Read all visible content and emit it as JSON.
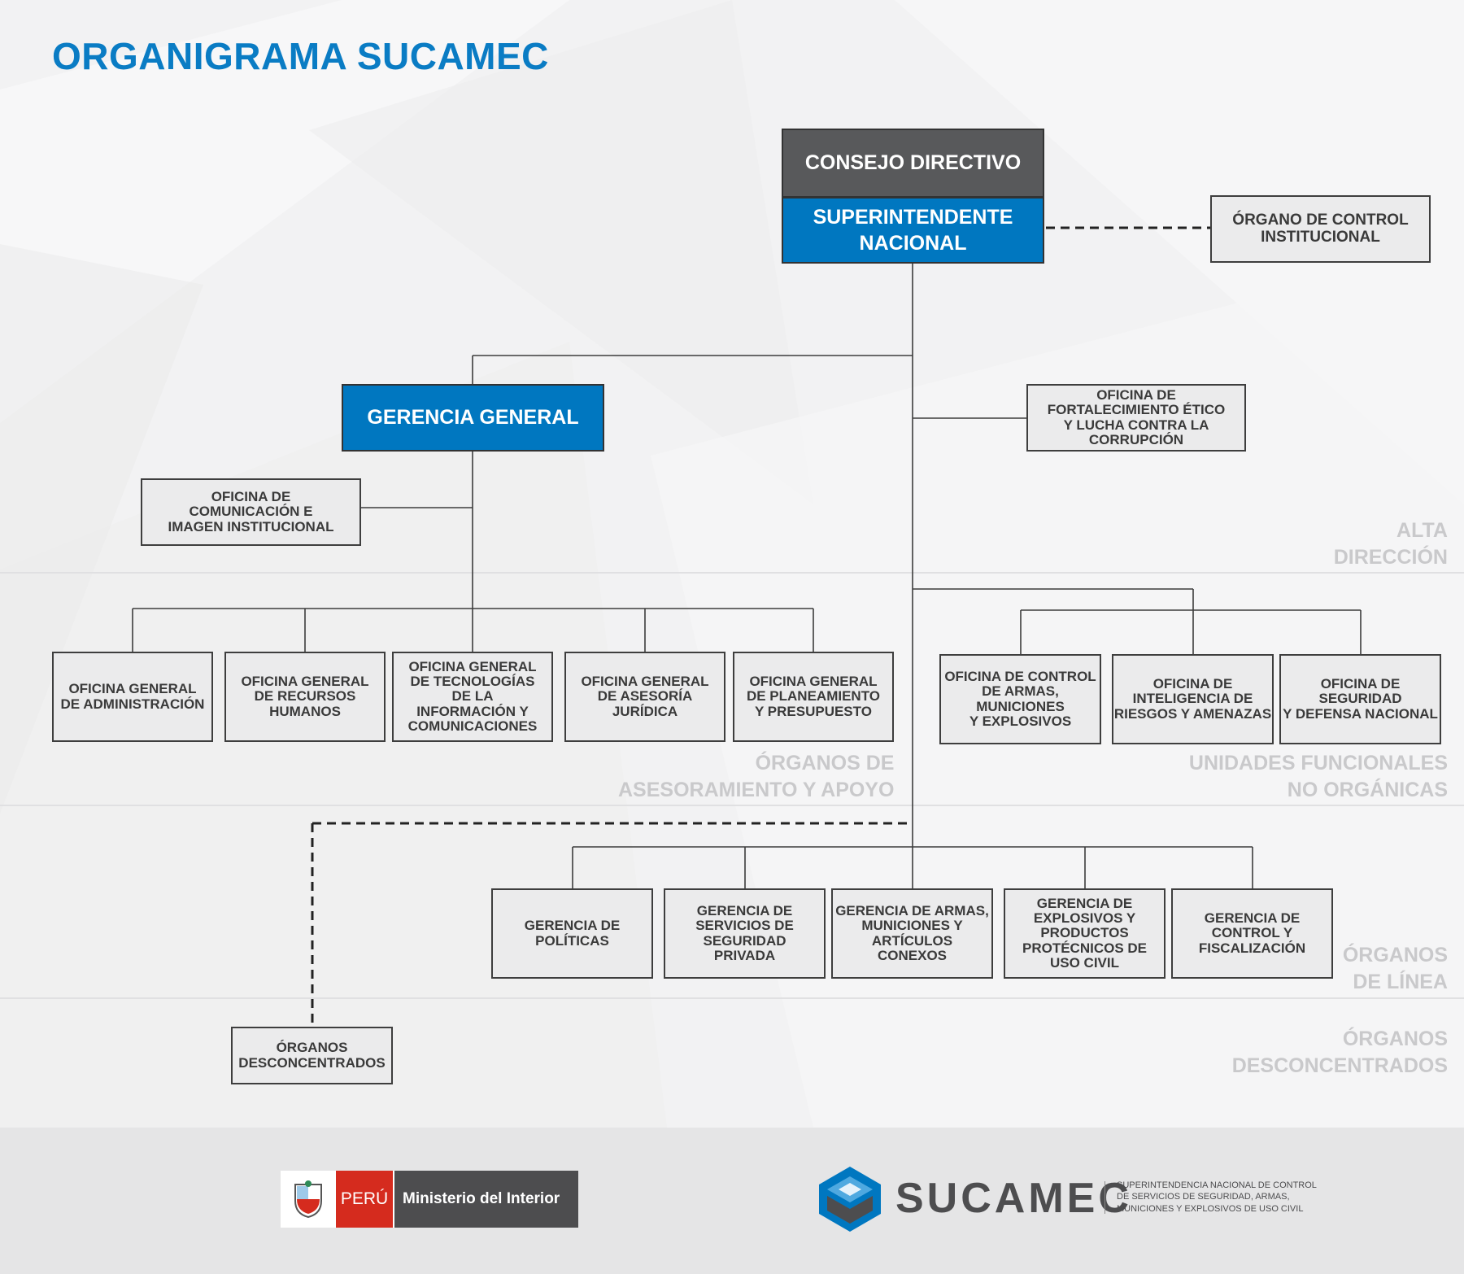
{
  "title": "ORGANIGRAMA SUCAMEC",
  "nodes": {
    "consejo": "CONSEJO DIRECTIVO",
    "superintendente": "SUPERINTENDENTE\nNACIONAL",
    "control_institucional": "ÓRGANO DE CONTROL\nINSTITUCIONAL",
    "gerencia_general": "GERENCIA GENERAL",
    "etico": "OFICINA DE\nFORTALECIMIENTO ÉTICO\nY LUCHA CONTRA LA\nCORRUPCIÓN",
    "comunicacion": "OFICINA DE\nCOMUNICACIÓN E\nIMAGEN INSTITUCIONAL",
    "administracion": "OFICINA GENERAL\nDE ADMINISTRACIÓN",
    "rrhh": "OFICINA GENERAL\nDE RECURSOS\nHUMANOS",
    "tic": "OFICINA GENERAL\nDE TECNOLOGÍAS\nDE LA\nINFORMACIÓN Y\nCOMUNICACIONES",
    "asesoria": "OFICINA GENERAL\nDE ASESORÍA\nJURÍDICA",
    "planeamiento": "OFICINA GENERAL\nDE PLANEAMIENTO\nY PRESUPUESTO",
    "control_armas": "OFICINA DE CONTROL\nDE ARMAS,\nMUNICIONES\nY EXPLOSIVOS",
    "inteligencia": "OFICINA DE\nINTELIGENCIA DE\nRIESGOS Y AMENAZAS",
    "seguridad": "OFICINA DE SEGURIDAD\nY DEFENSA NACIONAL",
    "politicas": "GERENCIA DE\nPOLÍTICAS",
    "servicios": "GERENCIA DE\nSERVICIOS DE\nSEGURIDAD\nPRIVADA",
    "armas": "GERENCIA DE ARMAS,\nMUNICIONES Y\nARTÍCULOS\nCONEXOS",
    "explosivos": "GERENCIA DE\nEXPLOSIVOS Y\nPRODUCTOS\nPROTÉCNICOS DE\nUSO CIVIL",
    "fiscalizacion": "GERENCIA DE\nCONTROL Y\nFISCALIZACIÓN",
    "desconcentrados": "ÓRGANOS\nDESCONCENTRADOS"
  },
  "levels": {
    "alta": "ALTA\nDIRECCIÓN",
    "asesoramiento": "ÓRGANOS DE \nASESORAMIENTO Y APOYO",
    "unidades": "UNIDADES  FUNCIONALES\nNO ORGÁNICAS",
    "linea": "ÓRGANOS\nDE LÍNEA",
    "desconcentrados": "ÓRGANOS \nDESCONCENTRADOS"
  },
  "footer": {
    "peru": "PERÚ",
    "ministerio": "Ministerio del Interior",
    "sucamec": "SUCAMEC",
    "sucamec_desc": "SUPERINTENDENCIA NACIONAL DE CONTROL\nDE SERVICIOS DE SEGURIDAD, ARMAS,\nMUNICIONES Y EXPLOSIVOS DE USO CIVIL"
  },
  "colors": {
    "accent_blue": "#0077c0",
    "dark_gray": "#58595b",
    "level_text": "#c9c9cb"
  }
}
